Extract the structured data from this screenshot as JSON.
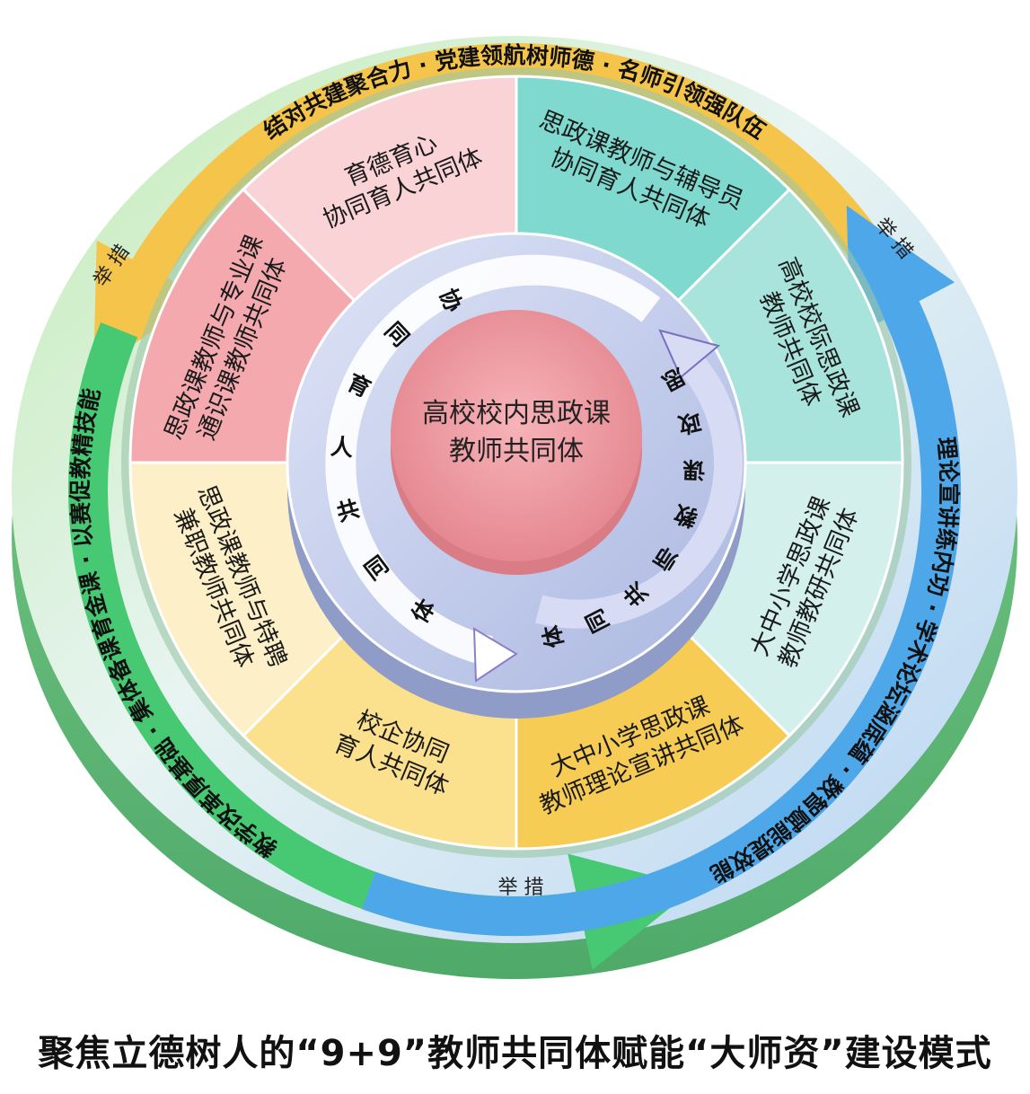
{
  "center": {
    "line1": "高校校内思政课",
    "line2": "教师共同体"
  },
  "inner_ring": {
    "left": [
      "协",
      "同",
      "育",
      "人",
      "共",
      "同",
      "体"
    ],
    "right": [
      "思",
      "政",
      "课",
      "教",
      "师",
      "共",
      "同",
      "体"
    ]
  },
  "segments": [
    {
      "lines": [
        "思政课教师与辅导员",
        "协同育人共同体"
      ],
      "color": "#7fd9cf"
    },
    {
      "lines": [
        "高校校际思政课",
        "教师共同体"
      ],
      "color": "#a8e4db"
    },
    {
      "lines": [
        "大中小学思政课",
        "教师教研共同体"
      ],
      "color": "#d3f0ec"
    },
    {
      "lines": [
        "大中小学思政课",
        "教师理论宣讲共同体"
      ],
      "color": "#f6cc55"
    },
    {
      "lines": [
        "校企协同",
        "育人共同体"
      ],
      "color": "#fbe08e"
    },
    {
      "lines": [
        "思政课教师与特聘",
        "兼职教师共同体"
      ],
      "color": "#fdf0c8"
    },
    {
      "lines": [
        "思政课教师与专业课",
        "通识课教师共同体"
      ],
      "color": "#f3a9ae"
    },
    {
      "lines": [
        "育德育心",
        "协同育人共同体"
      ],
      "color": "#f9d3d6"
    }
  ],
  "bands": {
    "top": "结对共建聚合力 · 党建领航树师德 · 名师引领强队伍",
    "left": "教学改革厚基础 · 集体备课育金课 · 以赛促教精技能",
    "right": "理论宣讲练内功 · 学术论坛涵底蕴 · 数智赋能提效能"
  },
  "measures": [
    "举 措",
    "举 措",
    "举 措"
  ],
  "colors": {
    "gold": "#f4c54a",
    "green": "#47c873",
    "blue": "#4ea7e8",
    "ring": "#c9d2ee",
    "center": "#ef9aa2"
  },
  "caption": "聚焦立德树人的“9+9”教师共同体赋能“大师资”建设模式"
}
